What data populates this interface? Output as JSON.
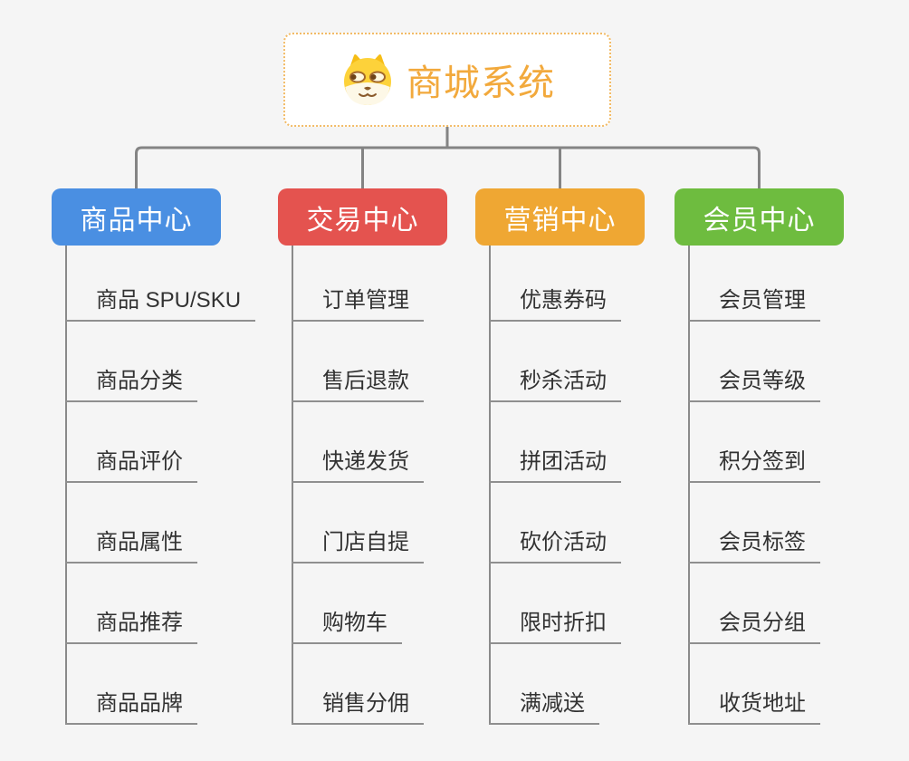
{
  "root": {
    "label": "商城系统",
    "icon": "dog-face-icon",
    "text_color": "#f2a93c",
    "border_color": "#f2bb66",
    "background": "#ffffff"
  },
  "canvas": {
    "background": "#f5f5f5",
    "connector_color": "#848484",
    "underline_color": "#8f8f8f",
    "item_text_color": "#323232"
  },
  "branches": [
    {
      "label": "商品中心",
      "color": "#4a8fe2",
      "items": [
        "商品 SPU/SKU",
        "商品分类",
        "商品评价",
        "商品属性",
        "商品推荐",
        "商品品牌"
      ]
    },
    {
      "label": "交易中心",
      "color": "#e4534f",
      "items": [
        "订单管理",
        "售后退款",
        "快递发货",
        "门店自提",
        "购物车",
        "销售分佣"
      ]
    },
    {
      "label": "营销中心",
      "color": "#efa733",
      "items": [
        "优惠券码",
        "秒杀活动",
        "拼团活动",
        "砍价活动",
        "限时折扣",
        "满减送"
      ]
    },
    {
      "label": "会员中心",
      "color": "#6ebc3f",
      "items": [
        "会员管理",
        "会员等级",
        "积分签到",
        "会员标签",
        "会员分组",
        "收货地址"
      ]
    }
  ]
}
